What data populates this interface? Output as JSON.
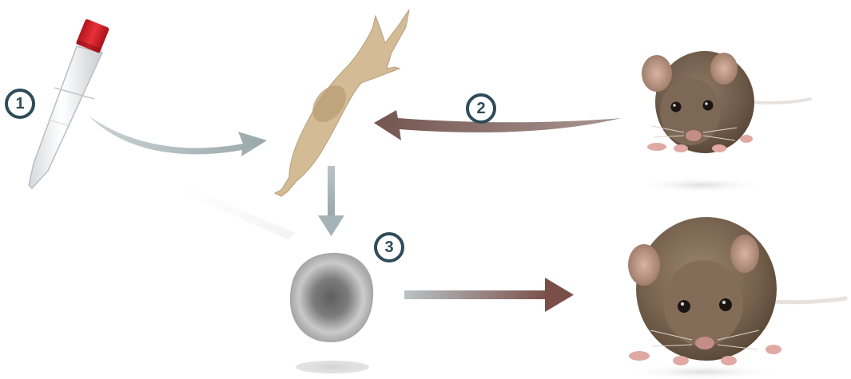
{
  "steps": [
    {
      "number": "1",
      "depicts": "sample-tube"
    },
    {
      "number": "2",
      "depicts": "donor-mouse"
    },
    {
      "number": "3",
      "depicts": "reprogrammed-cell"
    }
  ],
  "colors": {
    "badge": "#2f4b5a",
    "tube_cap": "#d9232e",
    "arrow_gray": "#a3b0b3",
    "arrow_brown": "#7a5a55",
    "fibroblast": "#d2bb95",
    "fibroblast_nucleus": "#b99c74",
    "cell_outer": "#c4c4c4",
    "cell_inner": "#6f6f6f",
    "mouse_fur": "#7a6653"
  },
  "icons": [
    "sample-tube-icon",
    "fibroblast-cell-icon",
    "round-cell-icon",
    "donor-mouse-icon",
    "offspring-mouse-icon"
  ]
}
